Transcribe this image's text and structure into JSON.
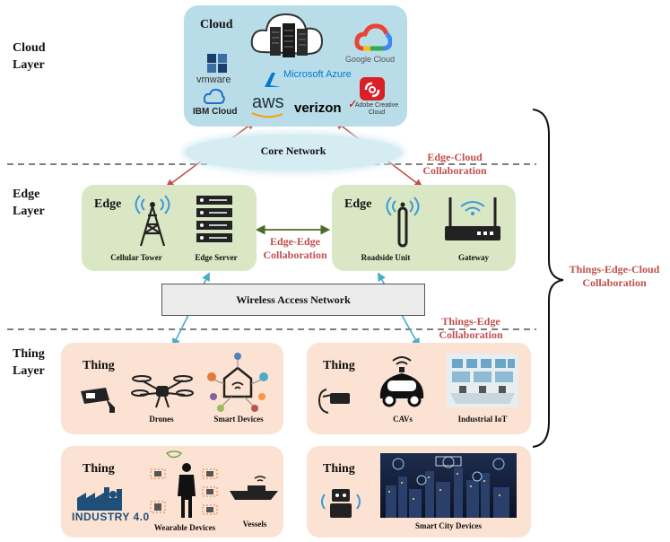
{
  "layers": {
    "cloud": "Cloud Layer",
    "edge": "Edge Layer",
    "thing": "Thing Layer"
  },
  "cloud": {
    "title": "Cloud",
    "providers": [
      "vmware",
      "Microsoft Azure",
      "Google Cloud",
      "IBM Cloud",
      "aws",
      "verizon",
      "Adobe Creative Cloud"
    ]
  },
  "core_network": "Core Network",
  "wireless_access_network": "Wireless Access Network",
  "edge_left": {
    "title": "Edge",
    "items": [
      "Cellular Tower",
      "Edge Server"
    ]
  },
  "edge_right": {
    "title": "Edge",
    "items": [
      "Roadside Unit",
      "Gateway"
    ]
  },
  "collab": {
    "edge_cloud": "Edge-Cloud Collaboration",
    "edge_edge": "Edge-Edge Collaboration",
    "things_edge": "Things-Edge Collaboration",
    "things_edge_cloud": "Things-Edge-Cloud Collaboration"
  },
  "thing_boxes": [
    {
      "title": "Thing",
      "items": [
        "Drones",
        "Smart Devices"
      ]
    },
    {
      "title": "Thing",
      "items": [
        "CAVs",
        "Industrial IoT"
      ]
    },
    {
      "title": "Thing",
      "items": [
        "Wearable Devices",
        "Vessels"
      ],
      "logo": "INDUSTRY 4.0"
    },
    {
      "title": "Thing",
      "items": [
        "Smart City Devices"
      ]
    }
  ],
  "colors": {
    "cloud_bg": "#b8dde8",
    "edge_bg": "#d9e7c4",
    "thing_bg": "#fbe2d2",
    "accent_red": "#c0504d",
    "arrow_red": "#c0504d",
    "arrow_green": "#4d6b2a",
    "arrow_blue": "#4bacc6"
  }
}
